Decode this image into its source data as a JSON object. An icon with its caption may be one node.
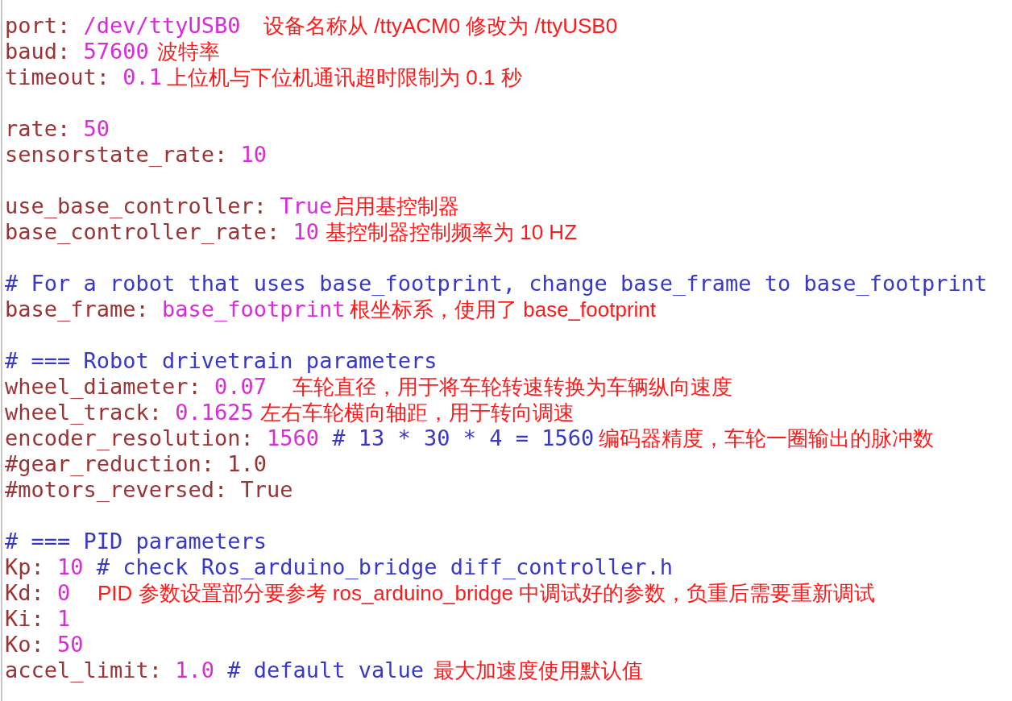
{
  "diagram": {
    "labels": [
      "port:",
      "/dev/ttyUSB0",
      "设备名称从 /ttyACM0 修改为 /ttyUSB0",
      "baud:",
      "57600",
      "波特率",
      "timeout:",
      "0.1",
      "上位机与下位机通讯超时限制为 0.1 秒",
      "rate:",
      "50",
      "sensorstate_rate:",
      "10",
      "use_base_controller:",
      "True",
      "启用基控制器",
      "base_controller_rate:",
      "10",
      "基控制器控制频率为 10 HZ",
      "# For a robot that uses base_footprint, change base_frame to base_footprint",
      "base_frame:",
      "base_footprint",
      "根坐标系，使用了 base_footprint",
      "# === Robot drivetrain parameters",
      "wheel_diameter:",
      "0.07",
      "车轮直径，用于将车轮转速转换为车辆纵向速度",
      "wheel_track:",
      "0.1625",
      "左右车轮横向轴距，用于转向调速",
      "encoder_resolution:",
      "1560",
      "# 13 * 30 * 4 = 1560",
      "编码器精度，车轮一圈输出的脉冲数",
      "#gear_reduction: 1.0",
      "#motors_reversed: True",
      "# === PID parameters",
      "Kp:",
      "10",
      "# check Ros_arduino_bridge diff_controller.h",
      "Kd:",
      "0",
      "PID 参数设置部分要参考 ros_arduino_bridge 中调试好的参数，负重后需要重新调试",
      "Ki:",
      "1",
      "Ko:",
      "50",
      "accel_limit:",
      "1.0",
      "# default value",
      "最大加速度使用默认值"
    ]
  }
}
